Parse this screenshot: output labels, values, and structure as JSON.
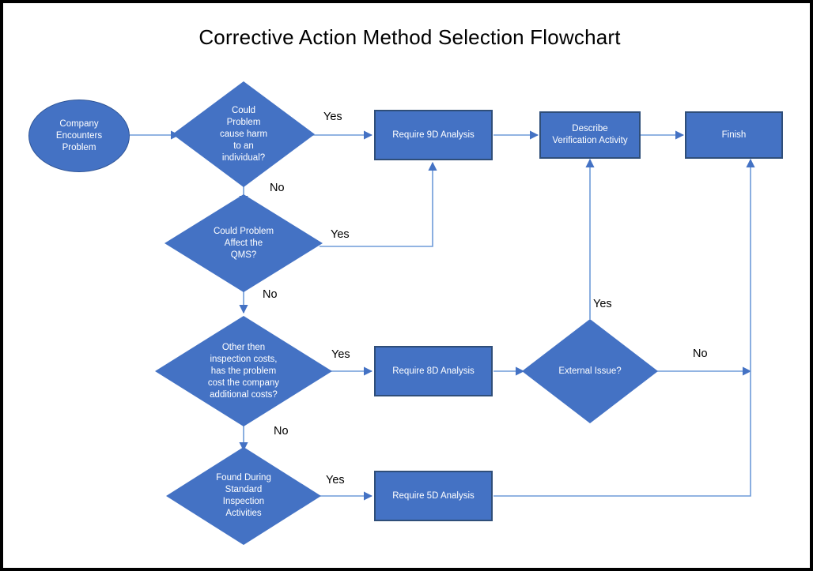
{
  "page": {
    "title": "Corrective Action Method Selection Flowchart",
    "background_color": "#FFFFFF",
    "border_color": "#000000",
    "node_fill_color": "#4472C4",
    "node_border_color": "#2F4E79",
    "connector_color": "#5B8FD4",
    "arrowhead_color": "#4472C4",
    "node_text_color": "#FFFFFF",
    "edge_label_color": "#000000"
  },
  "nodes": {
    "start": {
      "label": "Company\nEncounters\nProblem",
      "shape": "ellipse"
    },
    "decision_harm": {
      "label": "Could\nProblem\ncause harm\nto an\nindividual?",
      "shape": "diamond"
    },
    "decision_qms": {
      "label": "Could Problem\nAffect the\nQMS?",
      "shape": "diamond"
    },
    "decision_cost": {
      "label": "Other then\ninspection costs,\nhas the problem\ncost the company\nadditional costs?",
      "shape": "diamond"
    },
    "decision_inspection": {
      "label": "Found During\nStandard\nInspection\nActivities",
      "shape": "diamond"
    },
    "process_9d": {
      "label": "Require 9D Analysis",
      "shape": "rectangle"
    },
    "process_8d": {
      "label": "Require 8D Analysis",
      "shape": "rectangle"
    },
    "process_5d": {
      "label": "Require 5D Analysis",
      "shape": "rectangle"
    },
    "decision_external": {
      "label": "External Issue?",
      "shape": "diamond"
    },
    "process_verification": {
      "label": "Describe\nVerification Activity",
      "shape": "rectangle"
    },
    "end_finish": {
      "label": "Finish",
      "shape": "rectangle"
    }
  },
  "edge_labels": {
    "harm_yes": "Yes",
    "harm_no": "No",
    "qms_yes": "Yes",
    "qms_no": "No",
    "cost_yes": "Yes",
    "cost_no": "No",
    "inspection_yes": "Yes",
    "external_yes": "Yes",
    "external_no": "No"
  },
  "edges": [
    {
      "from": "start",
      "to": "decision_harm",
      "label": ""
    },
    {
      "from": "decision_harm",
      "to": "process_9d",
      "label": "Yes"
    },
    {
      "from": "decision_harm",
      "to": "decision_qms",
      "label": "No"
    },
    {
      "from": "decision_qms",
      "to": "process_9d",
      "label": "Yes"
    },
    {
      "from": "decision_qms",
      "to": "decision_cost",
      "label": "No"
    },
    {
      "from": "decision_cost",
      "to": "process_8d",
      "label": "Yes"
    },
    {
      "from": "decision_cost",
      "to": "decision_inspection",
      "label": "No"
    },
    {
      "from": "decision_inspection",
      "to": "process_5d",
      "label": "Yes"
    },
    {
      "from": "process_9d",
      "to": "process_verification",
      "label": ""
    },
    {
      "from": "process_8d",
      "to": "decision_external",
      "label": ""
    },
    {
      "from": "decision_external",
      "to": "process_verification",
      "label": "Yes"
    },
    {
      "from": "decision_external",
      "to": "end_finish",
      "label": "No"
    },
    {
      "from": "process_5d",
      "to": "end_finish",
      "label": ""
    },
    {
      "from": "process_verification",
      "to": "end_finish",
      "label": ""
    }
  ]
}
